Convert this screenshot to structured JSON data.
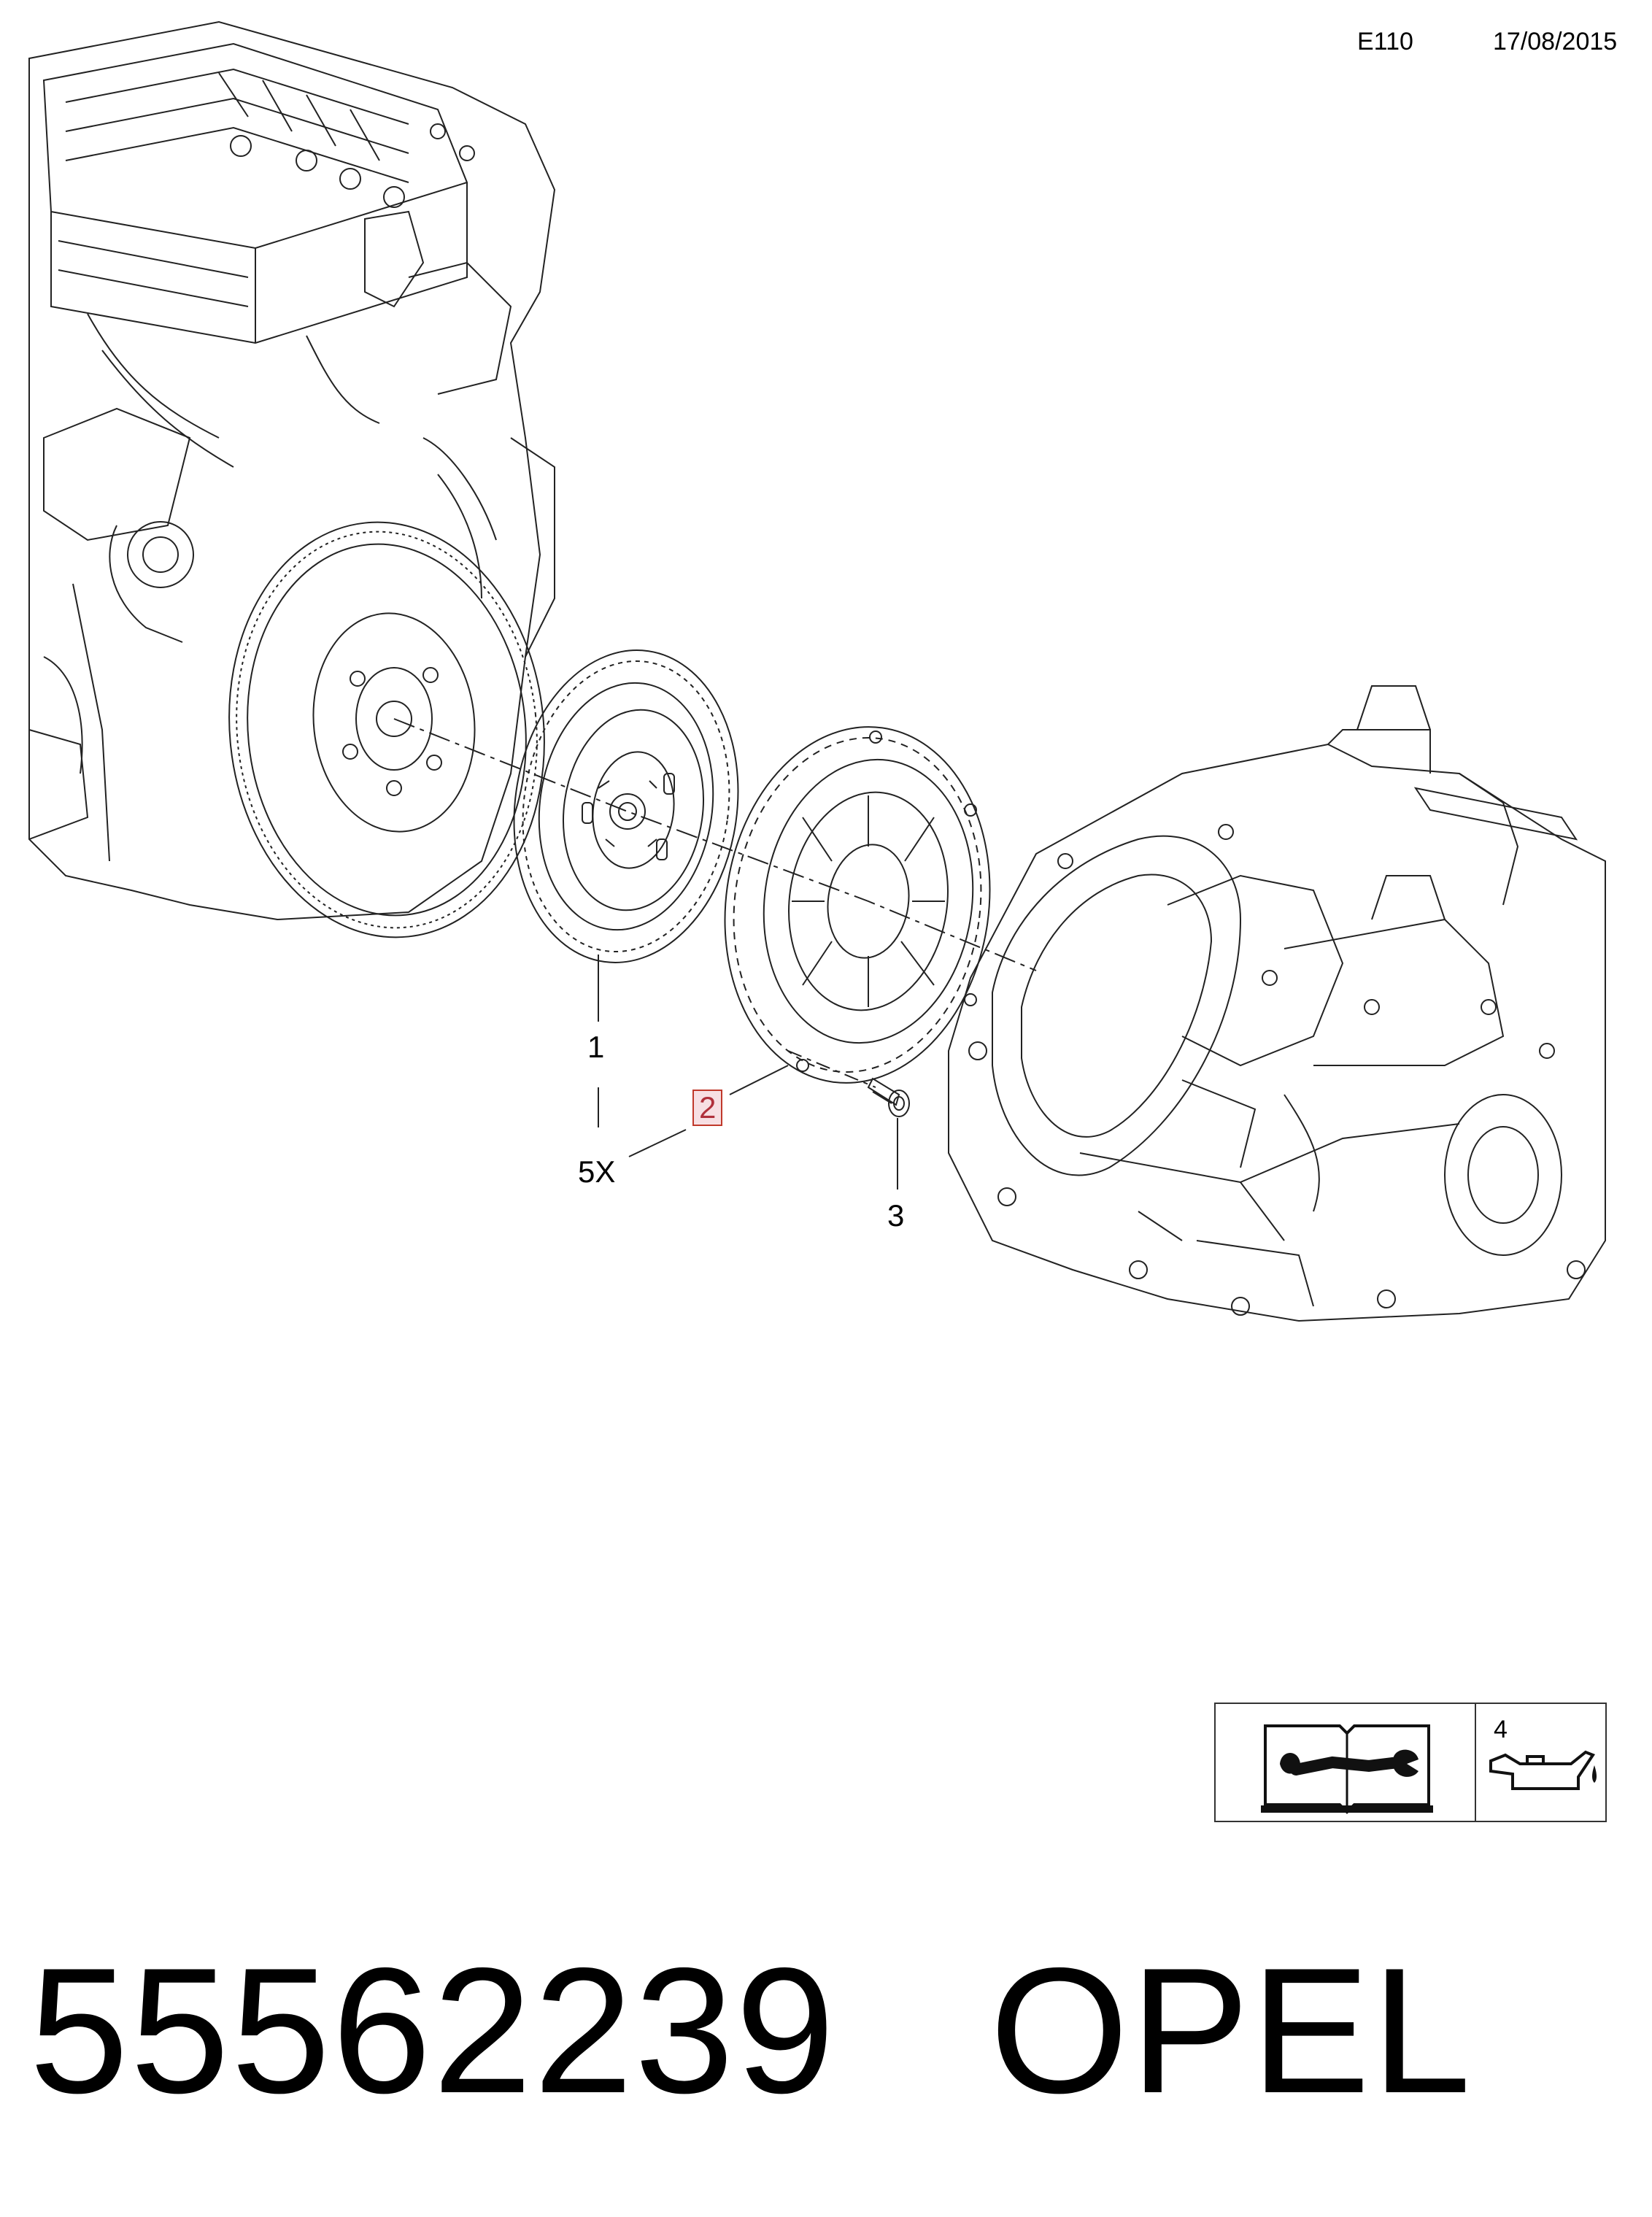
{
  "header": {
    "code": "E110",
    "date": "17/08/2015"
  },
  "callouts": [
    {
      "id": "c1",
      "text": "1"
    },
    {
      "id": "c2",
      "text": "2",
      "highlighted": true
    },
    {
      "id": "c3",
      "text": "3"
    },
    {
      "id": "c5x",
      "text": "5X"
    }
  ],
  "parts": [
    "engine-block",
    "flywheel",
    "clutch-disc",
    "pressure-plate",
    "bolt",
    "transmission"
  ],
  "legend": {
    "oil_number": "4",
    "icons": [
      "manual-wrench-icon",
      "oil-can-icon"
    ]
  },
  "footer": {
    "part_number": "55562239",
    "brand": "OPEL"
  },
  "colors": {
    "line": "#222222",
    "highlight_border": "#c0392b",
    "highlight_fill": "#f7dfe3"
  }
}
